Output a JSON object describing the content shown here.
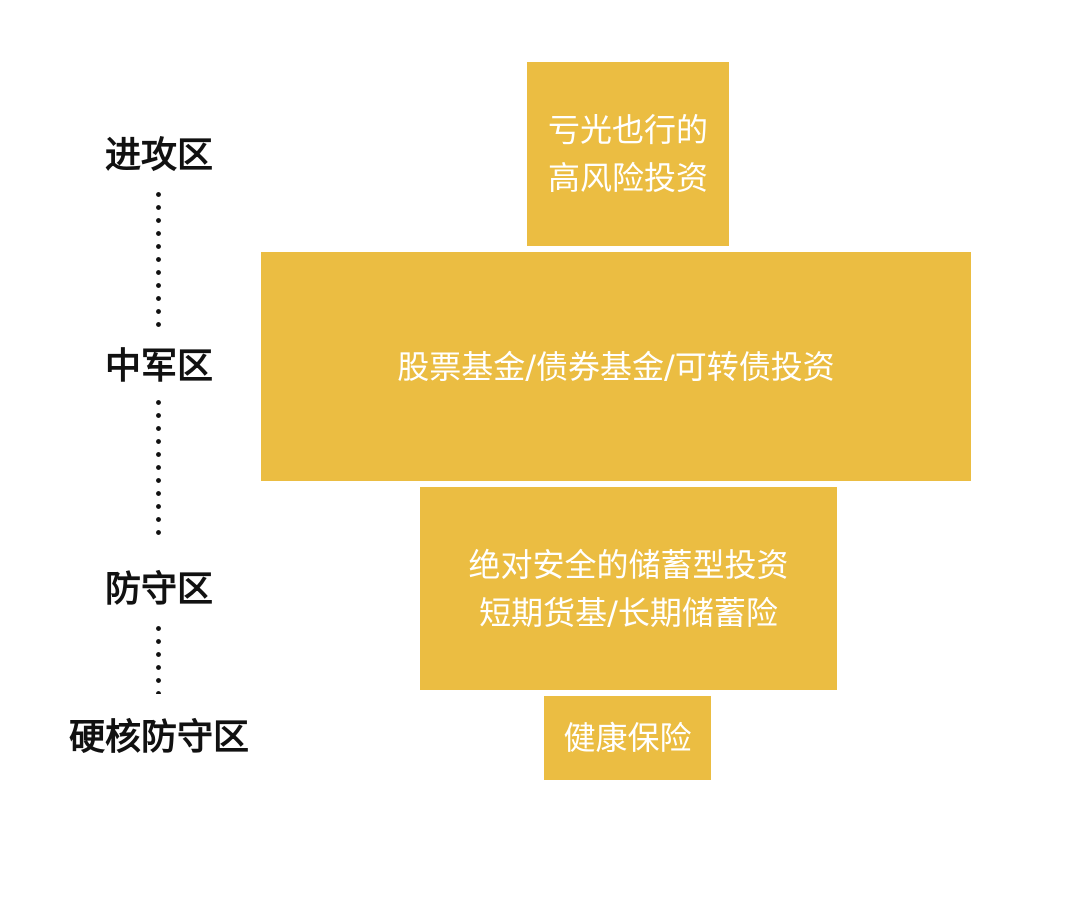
{
  "zones": {
    "attack": {
      "label": "进攻区",
      "lines": [
        "亏光也行的",
        "高风险投资"
      ]
    },
    "middle": {
      "label": "中军区",
      "lines": [
        "股票基金/债券基金/可转债投资"
      ]
    },
    "defense": {
      "label": "防守区",
      "lines": [
        "绝对安全的储蓄型投资",
        "短期货基/长期储蓄险"
      ]
    },
    "hardcore": {
      "label": "硬核防守区",
      "lines": [
        "健康保险"
      ]
    }
  },
  "colors": {
    "block_fill": "#EBBD42",
    "block_text": "#FFFFFF",
    "label_text": "#111111"
  }
}
